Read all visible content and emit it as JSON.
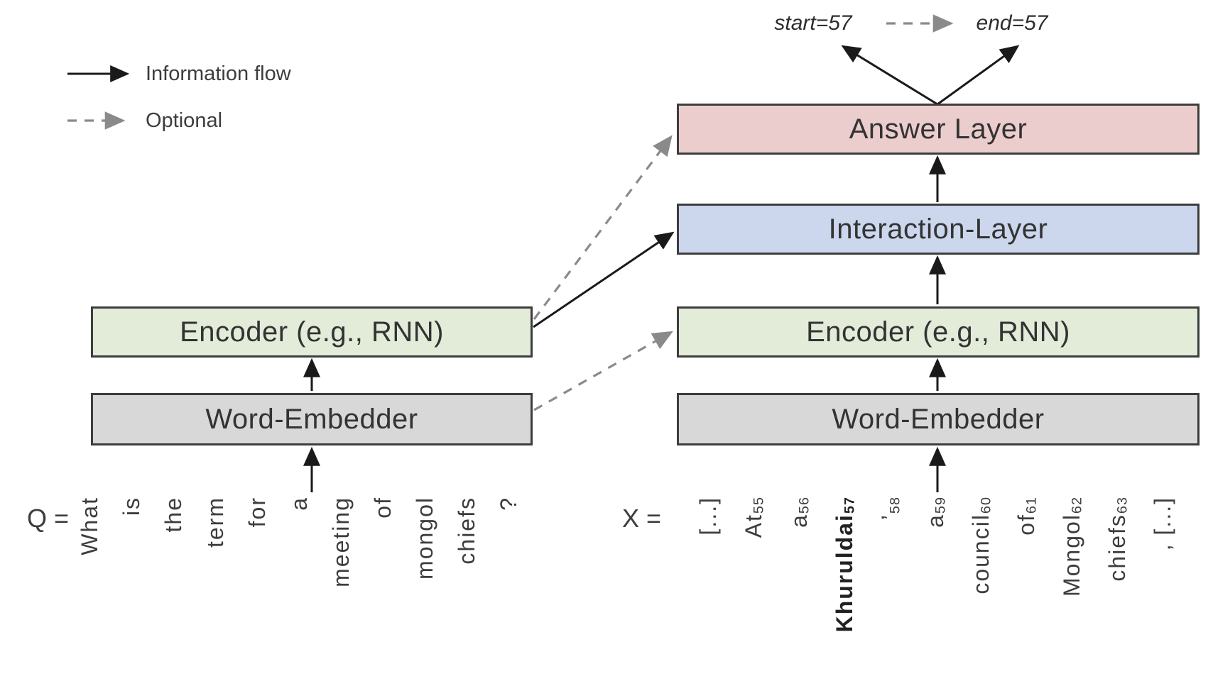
{
  "figure": {
    "type": "model-architecture-diagram",
    "legend": {
      "information_flow": "Information flow",
      "optional": "Optional"
    },
    "answer_span": {
      "start_label": "start=57",
      "end_label": "end=57"
    },
    "question_stack": {
      "encoder_label": "Encoder (e.g., RNN)",
      "word_embedder_label": "Word-Embedder"
    },
    "context_stack": {
      "answer_layer_label": "Answer Layer",
      "interaction_layer_label": "Interaction-Layer",
      "encoder_label": "Encoder (e.g., RNN)",
      "word_embedder_label": "Word-Embedder"
    },
    "question": {
      "prefix": "Q =",
      "tokens": [
        "What",
        "is",
        "the",
        "term",
        "for",
        "a",
        "meeting",
        "of",
        "mongol",
        "chiefs",
        "?"
      ]
    },
    "context": {
      "prefix": "X =",
      "tokens": [
        {
          "text": "[...]"
        },
        {
          "text": "At",
          "sub": "55"
        },
        {
          "text": "a",
          "sub": "56"
        },
        {
          "text": "Khuruldai",
          "sub": "57",
          "bold": true
        },
        {
          "text": "’",
          "sub": "58"
        },
        {
          "text": "a",
          "sub": "59"
        },
        {
          "text": "council",
          "sub": "60"
        },
        {
          "text": "of",
          "sub": "61"
        },
        {
          "text": "Mongol",
          "sub": "62"
        },
        {
          "text": "chiefs",
          "sub": "63"
        },
        {
          "text": ", [...]"
        }
      ]
    }
  },
  "colors": {
    "answer_fill": "#eccdcd",
    "interaction_fill": "#ccd7ee",
    "encoder_fill": "#e2ecd9",
    "embedder_fill": "#d8d8d8",
    "box_border": "#3d3d3d",
    "arrow_color": "#1a1a1a",
    "optional_color": "#8a8a8a",
    "text_color": "#3a3a3a",
    "bg": "#ffffff"
  }
}
